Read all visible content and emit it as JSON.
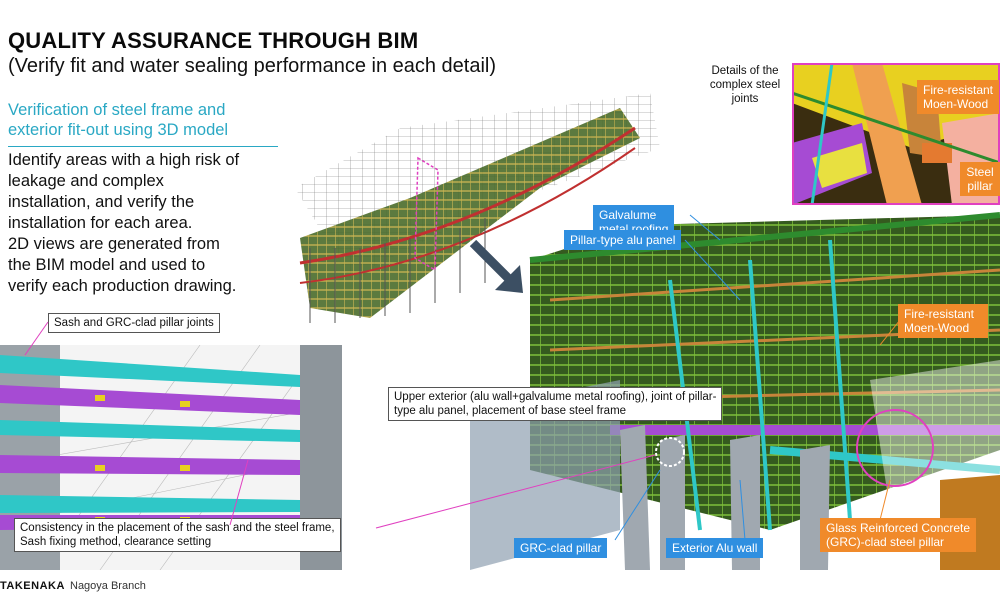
{
  "header": {
    "title": "QUALITY ASSURANCE THROUGH BIM",
    "subtitle": "(Verify fit and water sealing performance in each detail)"
  },
  "section": {
    "heading_lines": [
      "Verification of steel frame and",
      "exterior fit-out using 3D model"
    ],
    "body_lines": [
      "Identify areas with a high risk of",
      "leakage and complex",
      "installation, and verify the",
      "installation for each area.",
      "2D views are generated from",
      "the BIM model and used to",
      "verify each production drawing."
    ]
  },
  "callouts": {
    "sash_joints": "Sash and GRC-clad pillar joints",
    "consistency_lines": [
      "Consistency in the placement of the sash and the steel frame,",
      "Sash fixing method, clearance setting"
    ],
    "upper_exterior_lines": [
      "Upper exterior (alu wall+galvalume metal roofing), joint of pillar-",
      "type alu panel, placement of base steel frame"
    ],
    "details_lines": [
      "Details of the",
      "complex steel",
      "joints"
    ]
  },
  "tags": {
    "galvalume_lines": [
      "Galvalume",
      "metal roofing"
    ],
    "pillar_panel": "Pillar-type alu panel",
    "grc_pillar": "GRC-clad pillar",
    "exterior_alu": "Exterior Alu wall",
    "fire_top_lines": [
      "Fire-resistant",
      "Moen-Wood"
    ],
    "steel_pillar_lines": [
      "Steel",
      "pillar"
    ],
    "fire_right_lines": [
      "Fire-resistant",
      "Moen-Wood"
    ],
    "glass_lines": [
      "Glass Reinforced Concrete",
      "(GRC)-clad steel pillar"
    ]
  },
  "footer": {
    "brand": "TAKENAKA",
    "branch": "Nagoya Branch"
  },
  "colors": {
    "accent": "#2aa8c4",
    "tag_blue": "#2f8fe0",
    "tag_orange": "#f08a2a",
    "steel_cyan": "#2fc7c7",
    "purple": "#a64bd3",
    "green": "#2e8b2e",
    "wood": "#c8843a",
    "magenta": "#e040c0"
  }
}
